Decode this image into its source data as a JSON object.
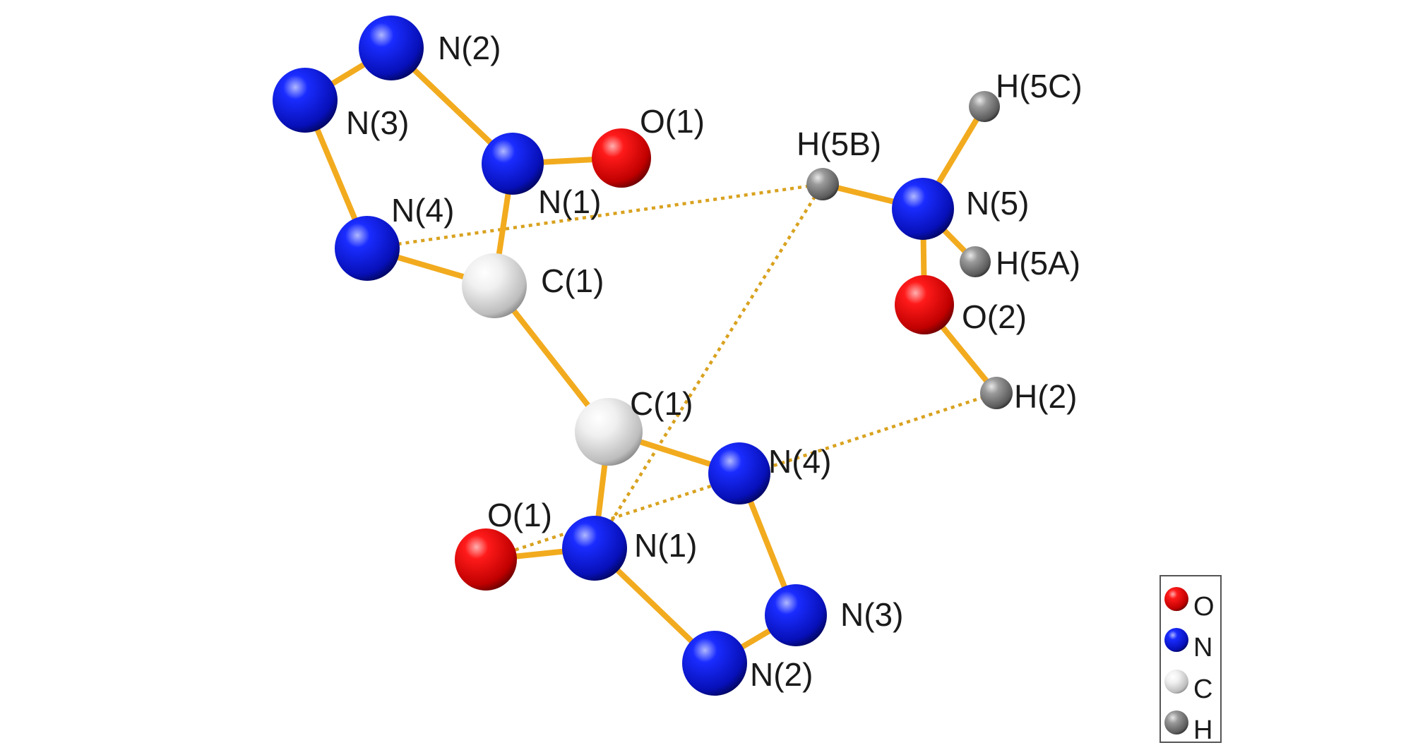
{
  "colors": {
    "O": "#e00000",
    "N": "#0a14d8",
    "C": "#e6e6e6",
    "H": "#7a7a7a",
    "bond": "#f2ab1e",
    "hbond": "#d9a21f"
  },
  "atoms": [
    {
      "id": "N2a",
      "el": "N",
      "label": "N(2)"
    },
    {
      "id": "N3a",
      "el": "N",
      "label": "N(3)"
    },
    {
      "id": "N1a",
      "el": "N",
      "label": "N(1)"
    },
    {
      "id": "O1a",
      "el": "O",
      "label": "O(1)"
    },
    {
      "id": "N4a",
      "el": "N",
      "label": "N(4)"
    },
    {
      "id": "C1a",
      "el": "C",
      "label": "C(1)"
    },
    {
      "id": "C1b",
      "el": "C",
      "label": "C(1)"
    },
    {
      "id": "N4b",
      "el": "N",
      "label": "N(4)"
    },
    {
      "id": "N1b",
      "el": "N",
      "label": "N(1)"
    },
    {
      "id": "O1b",
      "el": "O",
      "label": "O(1)"
    },
    {
      "id": "N3b",
      "el": "N",
      "label": "N(3)"
    },
    {
      "id": "N2b",
      "el": "N",
      "label": "N(2)"
    },
    {
      "id": "H5B",
      "el": "H",
      "label": "H(5B)"
    },
    {
      "id": "N5",
      "el": "N",
      "label": "N(5)"
    },
    {
      "id": "H5C",
      "el": "H",
      "label": "H(5C)"
    },
    {
      "id": "H5A",
      "el": "H",
      "label": "H(5A)"
    },
    {
      "id": "O2",
      "el": "O",
      "label": "O(2)"
    },
    {
      "id": "H2",
      "el": "H",
      "label": "H(2)"
    }
  ],
  "bonds": [
    [
      "N2a",
      "N3a"
    ],
    [
      "N2a",
      "N1a"
    ],
    [
      "N3a",
      "N4a"
    ],
    [
      "N1a",
      "O1a"
    ],
    [
      "N1a",
      "C1a"
    ],
    [
      "N4a",
      "C1a"
    ],
    [
      "C1a",
      "C1b"
    ],
    [
      "C1b",
      "N4b"
    ],
    [
      "C1b",
      "N1b"
    ],
    [
      "N1b",
      "O1b"
    ],
    [
      "N1b",
      "N2b"
    ],
    [
      "N2b",
      "N3b"
    ],
    [
      "N3b",
      "N4b"
    ],
    [
      "H5B",
      "N5"
    ],
    [
      "N5",
      "H5C"
    ],
    [
      "N5",
      "H5A"
    ],
    [
      "N5",
      "O2"
    ],
    [
      "O2",
      "H2"
    ]
  ],
  "hbonds": [
    [
      "N4a",
      "H5B"
    ],
    [
      "N1b",
      "H5B"
    ],
    [
      "O1b",
      "H2"
    ]
  ],
  "legend": [
    {
      "el": "O",
      "label": "O"
    },
    {
      "el": "N",
      "label": "N"
    },
    {
      "el": "C",
      "label": "C"
    },
    {
      "el": "H",
      "label": "H"
    }
  ]
}
